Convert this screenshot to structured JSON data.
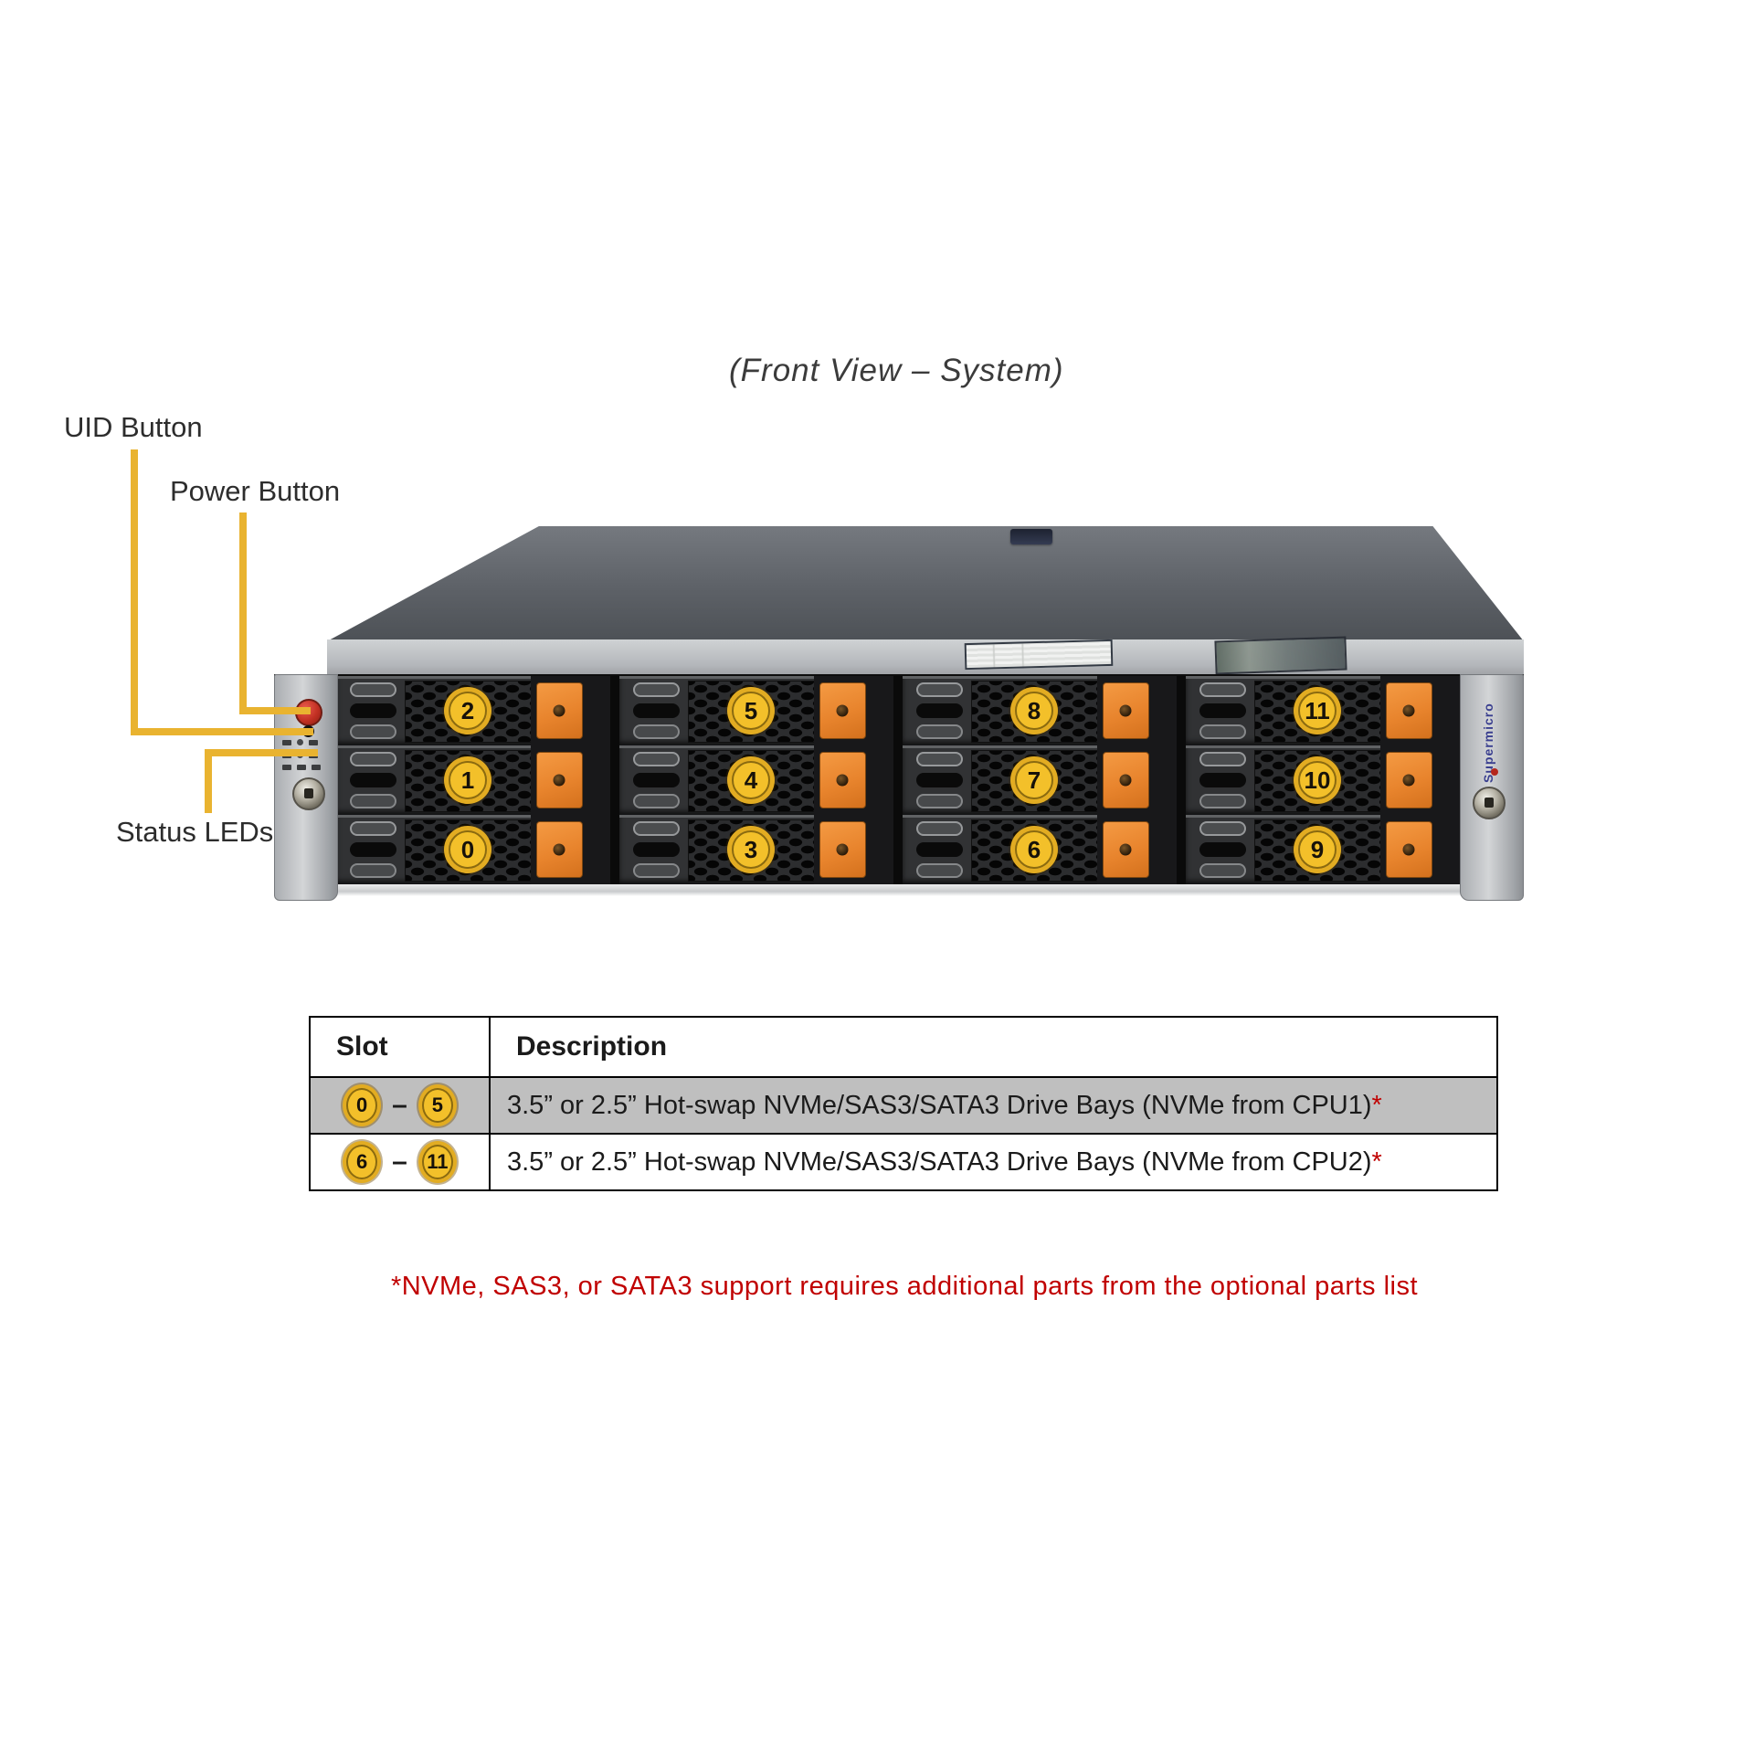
{
  "title": "(Front View – System)",
  "callouts": {
    "uid": "UID Button",
    "power": "Power Button",
    "status": "Status LEDs"
  },
  "chassis": {
    "brand_vertical": "Supermicro",
    "bay_columns": [
      [
        "2",
        "1",
        "0"
      ],
      [
        "5",
        "4",
        "3"
      ],
      [
        "8",
        "7",
        "6"
      ],
      [
        "11",
        "10",
        "9"
      ]
    ]
  },
  "table": {
    "headers": [
      "Slot",
      "Description"
    ],
    "rows": [
      {
        "slot_from": "0",
        "dash": "–",
        "slot_to": "5",
        "description": "3.5” or 2.5” Hot-swap NVMe/SAS3/SATA3 Drive Bays (NVMe from CPU1)",
        "footnote_marker": "*"
      },
      {
        "slot_from": "6",
        "dash": "–",
        "slot_to": "11",
        "description": "3.5” or 2.5” Hot-swap NVMe/SAS3/SATA3 Drive Bays (NVMe from CPU2)",
        "footnote_marker": "*"
      }
    ]
  },
  "footnote": "*NVMe, SAS3, or SATA3 support requires additional parts from the optional parts list",
  "colors": {
    "callout_line": "#E9B330",
    "bay_number_yellow": "#F3C02A",
    "latch_orange": "#E8842D",
    "power_button_red": "#C23023",
    "brand_blue": "#3A3F8F",
    "table_alt_row": "#BFBFBF",
    "footnote_red": "#C00000"
  }
}
